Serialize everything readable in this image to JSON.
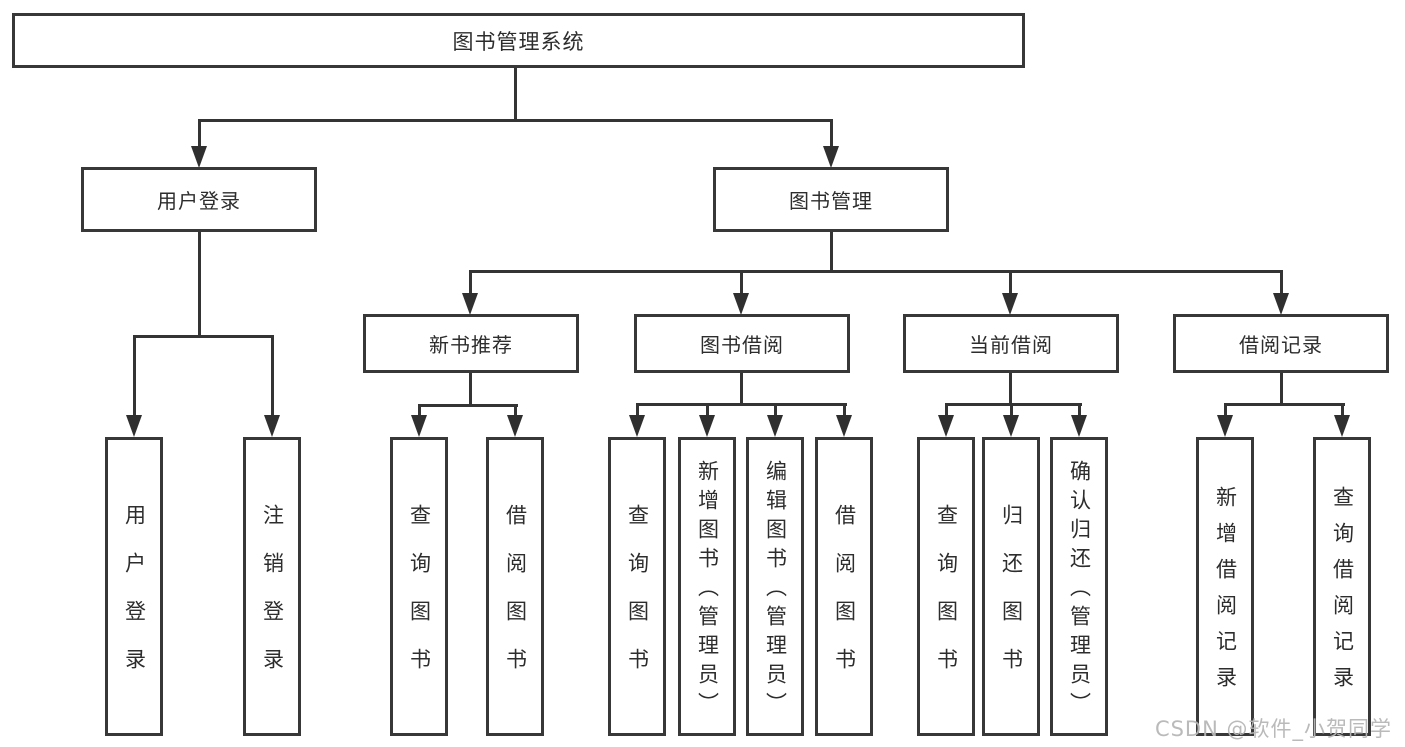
{
  "diagram": {
    "type": "hierarchy-tree",
    "tree": {
      "root": "图书管理系统",
      "branches": [
        {
          "label": "用户登录",
          "leaves": [
            "用户登录",
            "注销登录"
          ]
        },
        {
          "label": "图书管理",
          "groups": [
            {
              "label": "新书推荐",
              "leaves": [
                "查询图书",
                "借阅图书"
              ]
            },
            {
              "label": "图书借阅",
              "leaves": [
                "查询图书",
                "新增图书（管理员）",
                "编辑图书（管理员）",
                "借阅图书"
              ]
            },
            {
              "label": "当前借阅",
              "leaves": [
                "查询图书",
                "归还图书",
                "确认归还（管理员）"
              ]
            },
            {
              "label": "借阅记录",
              "leaves": [
                "新增借阅记录",
                "查询借阅记录"
              ]
            }
          ]
        }
      ]
    },
    "colors": {
      "background": "#ffffff",
      "box_border": "#383838",
      "connector_line": "#343434",
      "arrowhead": "#2f2f2f",
      "text": "#2d2d2d",
      "watermark": "#b6b6b6"
    }
  },
  "watermark": "CSDN @软件_小贺同学"
}
